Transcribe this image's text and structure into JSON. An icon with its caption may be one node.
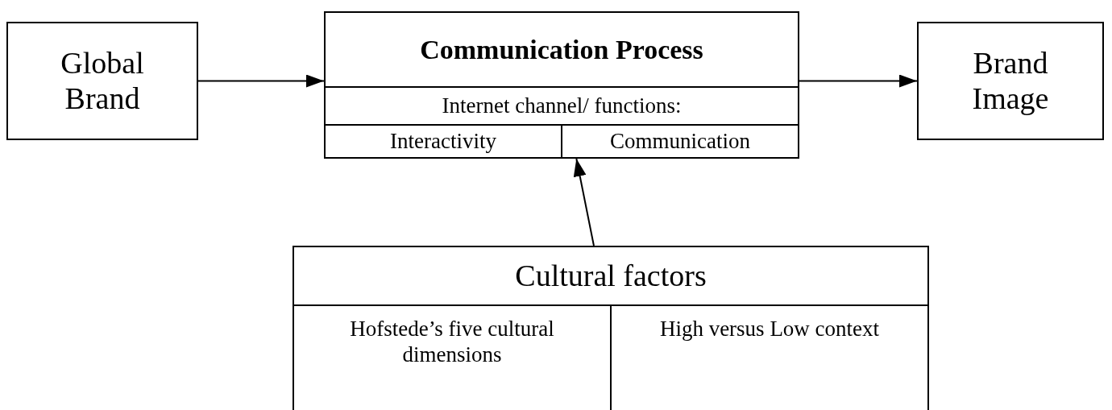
{
  "diagram": {
    "nodes": [
      {
        "text": [
          "Global Brand"
        ]
      },
      {
        "text": [
          "Communication Process"
        ]
      },
      {
        "text": [
          "Internet channel/ functions:"
        ],
        "in": 1
      },
      {
        "text": [
          "Interactivity"
        ],
        "in": 1
      },
      {
        "text": [
          "Communication"
        ],
        "in": 1
      },
      {
        "text": [
          "Brand Image"
        ]
      },
      {
        "text": [
          "Cultural factors"
        ]
      },
      {
        "text": [
          "Hofstede’s five cultural dimensions"
        ],
        "in": 6
      },
      {
        "text": [
          "High versus Low context"
        ],
        "in": 6
      }
    ],
    "edges": [
      {
        "from": 0,
        "to": 1,
        "arrow": "to"
      },
      {
        "from": 1,
        "to": 5,
        "arrow": "to"
      },
      {
        "from": 6,
        "to": 1,
        "arrow": "to"
      }
    ]
  }
}
